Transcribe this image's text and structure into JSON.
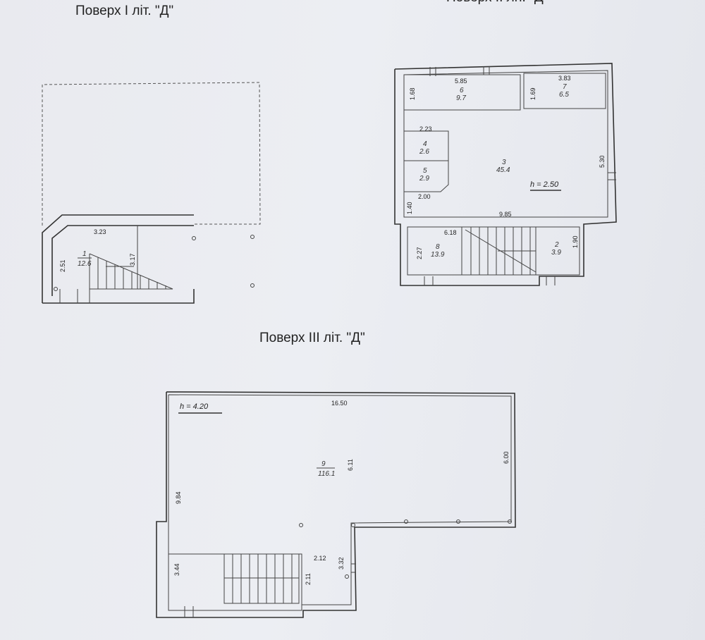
{
  "floor1": {
    "title": "Поверх I літ. \"Д\"",
    "dims": {
      "top": "3.23",
      "left": "2.51",
      "stair": "3.17"
    },
    "room": {
      "num": "1",
      "area": "12.6"
    }
  },
  "floor2": {
    "title": "Поверх II літ. \"Д\"",
    "dims": {
      "d585": "5.85",
      "d168": "1.68",
      "d169": "1.69",
      "d383": "3.83",
      "d223": "2.23",
      "d200": "2.00",
      "d140": "1.40",
      "d985": "9.85",
      "d530": "5.30",
      "d618": "6.18",
      "d227": "2.27",
      "d190": "1.90"
    },
    "height": "h = 2.50",
    "rooms": [
      {
        "num": "6",
        "area": "9.7"
      },
      {
        "num": "7",
        "area": "6.5"
      },
      {
        "num": "4",
        "area": "2.6"
      },
      {
        "num": "5",
        "area": "2.9"
      },
      {
        "num": "3",
        "area": "45.4"
      },
      {
        "num": "8",
        "area": "13.9"
      },
      {
        "num": "2",
        "area": "3.9"
      }
    ]
  },
  "floor3": {
    "title": "Поверх III літ. \"Д\"",
    "height": "h = 4.20",
    "dims": {
      "top": "16.50",
      "center": "6.11",
      "right": "6.00",
      "left": "9.84",
      "lower_left": "3.44",
      "d212": "2.12",
      "d332": "3.32",
      "d211": "2.11"
    },
    "room": {
      "num": "9",
      "area": "116.1"
    }
  }
}
